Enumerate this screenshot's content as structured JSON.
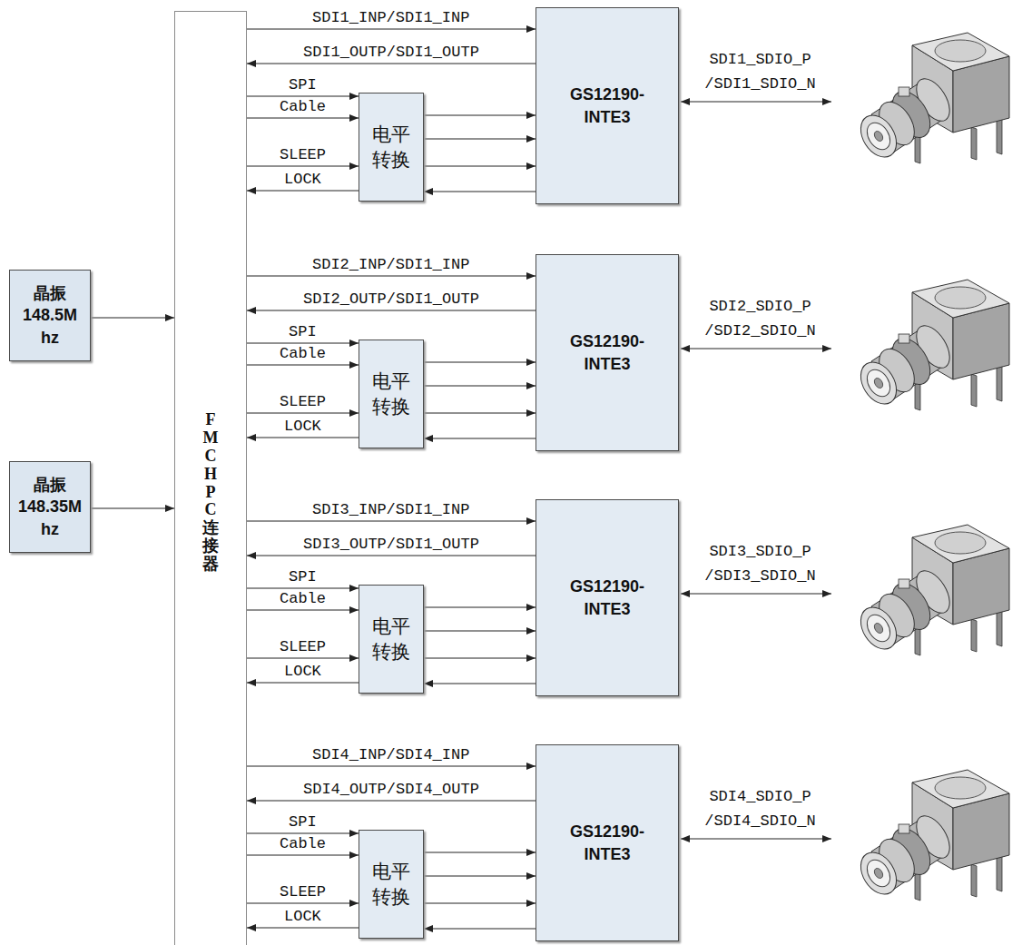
{
  "diagram": {
    "nodes": [
      {
        "text": [
          "晶振 148.5M hz"
        ]
      },
      {
        "text": [
          "晶振 148.35M hz"
        ]
      },
      {
        "text": [
          "FMC HPC连接器"
        ]
      },
      {
        "text": [
          "GS12190- INTE3"
        ]
      },
      {
        "text": [
          "电平 转换"
        ]
      },
      {
        "text": [
          "GS12190- INTE3"
        ]
      },
      {
        "text": [
          "电平 转换"
        ]
      },
      {
        "text": [
          "GS12190- INTE3"
        ]
      },
      {
        "text": [
          "电平 转换"
        ]
      },
      {
        "text": [
          "GS12190- INTE3"
        ]
      },
      {
        "text": [
          "电平 转换"
        ]
      }
    ],
    "edges": [
      {
        "from": 0,
        "to": 2,
        "arrow": "to"
      },
      {
        "from": 1,
        "to": 2,
        "arrow": "to"
      },
      {
        "from": 2,
        "to": 3,
        "label": "SDI1_INP/SDI1_INP",
        "arrow": "to"
      },
      {
        "from": 3,
        "to": 2,
        "label": "SDI1_OUTP/SDI1_OUTP",
        "arrow": "to"
      },
      {
        "from": 2,
        "to": 4,
        "label": "SPI",
        "arrow": "to"
      },
      {
        "from": 2,
        "to": 4,
        "label": "Cable",
        "arrow": "to"
      },
      {
        "from": 2,
        "to": 4,
        "label": "SLEEP",
        "arrow": "to"
      },
      {
        "from": 4,
        "to": 2,
        "label": "LOCK",
        "arrow": "to"
      },
      {
        "from": 4,
        "to": 3,
        "arrow": "to"
      },
      {
        "from": 4,
        "to": 3,
        "arrow": "to"
      },
      {
        "from": 4,
        "to": 3,
        "arrow": "to"
      },
      {
        "from": 3,
        "to": 4,
        "arrow": "to"
      },
      {
        "from": 2,
        "to": 5,
        "label": "SDI2_INP/SDI1_INP",
        "arrow": "to"
      },
      {
        "from": 5,
        "to": 2,
        "label": "SDI2_OUTP/SDI1_OUTP",
        "arrow": "to"
      },
      {
        "from": 2,
        "to": 6,
        "label": "SPI",
        "arrow": "to"
      },
      {
        "from": 2,
        "to": 6,
        "label": "Cable",
        "arrow": "to"
      },
      {
        "from": 2,
        "to": 6,
        "label": "SLEEP",
        "arrow": "to"
      },
      {
        "from": 6,
        "to": 2,
        "label": "LOCK",
        "arrow": "to"
      },
      {
        "from": 6,
        "to": 5,
        "arrow": "to"
      },
      {
        "from": 6,
        "to": 5,
        "arrow": "to"
      },
      {
        "from": 6,
        "to": 5,
        "arrow": "to"
      },
      {
        "from": 5,
        "to": 6,
        "arrow": "to"
      },
      {
        "from": 2,
        "to": 7,
        "label": "SDI3_INP/SDI1_INP",
        "arrow": "to"
      },
      {
        "from": 7,
        "to": 2,
        "label": "SDI3_OUTP/SDI1_OUTP",
        "arrow": "to"
      },
      {
        "from": 2,
        "to": 8,
        "label": "SPI",
        "arrow": "to"
      },
      {
        "from": 2,
        "to": 8,
        "label": "Cable",
        "arrow": "to"
      },
      {
        "from": 2,
        "to": 8,
        "label": "SLEEP",
        "arrow": "to"
      },
      {
        "from": 8,
        "to": 2,
        "label": "LOCK",
        "arrow": "to"
      },
      {
        "from": 8,
        "to": 7,
        "arrow": "to"
      },
      {
        "from": 8,
        "to": 7,
        "arrow": "to"
      },
      {
        "from": 8,
        "to": 7,
        "arrow": "to"
      },
      {
        "from": 7,
        "to": 8,
        "arrow": "to"
      },
      {
        "from": 2,
        "to": 9,
        "label": "SDI4_INP/SDI4_INP",
        "arrow": "to"
      },
      {
        "from": 9,
        "to": 2,
        "label": "SDI4_OUTP/SDI4_OUTP",
        "arrow": "to"
      },
      {
        "from": 2,
        "to": 10,
        "label": "SPI",
        "arrow": "to"
      },
      {
        "from": 2,
        "to": 10,
        "label": "Cable",
        "arrow": "to"
      },
      {
        "from": 2,
        "to": 10,
        "label": "SLEEP",
        "arrow": "to"
      },
      {
        "from": 10,
        "to": 2,
        "label": "LOCK",
        "arrow": "to"
      },
      {
        "from": 10,
        "to": 9,
        "arrow": "to"
      },
      {
        "from": 10,
        "to": 9,
        "arrow": "to"
      },
      {
        "from": 10,
        "to": 9,
        "arrow": "to"
      },
      {
        "from": 9,
        "to": 10,
        "arrow": "to"
      }
    ],
    "labels": [
      "SDI1_SDIO_P /SDI1_SDIO_N",
      "SDI2_SDIO_P /SDI2_SDIO_N",
      "SDI3_SDIO_P /SDI3_SDIO_N",
      "SDI4_SDIO_P /SDI4_SDIO_N"
    ]
  }
}
